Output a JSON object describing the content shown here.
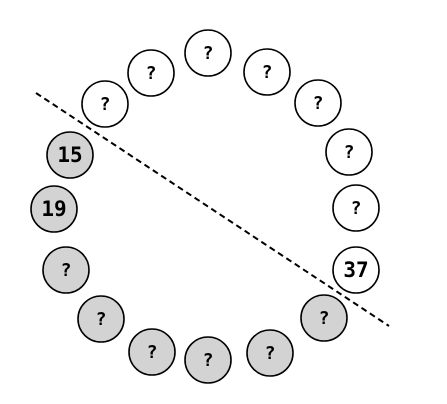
{
  "colors": {
    "stroke": "#000000",
    "unknown_fill": "#ffffff",
    "known_fill": "#d3d3d3",
    "dashed_line": "#000000"
  },
  "circles": [
    {
      "label": "?",
      "shaded": false
    },
    {
      "label": "?",
      "shaded": false
    },
    {
      "label": "?",
      "shaded": false
    },
    {
      "label": "?",
      "shaded": false
    },
    {
      "label": "?",
      "shaded": false
    },
    {
      "label": "?",
      "shaded": false
    },
    {
      "label": "37",
      "shaded": false
    },
    {
      "label": "?",
      "shaded": true
    },
    {
      "label": "?",
      "shaded": true
    },
    {
      "label": "?",
      "shaded": true
    },
    {
      "label": "?",
      "shaded": true
    },
    {
      "label": "?",
      "shaded": true
    },
    {
      "label": "?",
      "shaded": true
    },
    {
      "label": "19",
      "shaded": true
    },
    {
      "label": "15",
      "shaded": true
    },
    {
      "label": "?",
      "shaded": false
    }
  ]
}
